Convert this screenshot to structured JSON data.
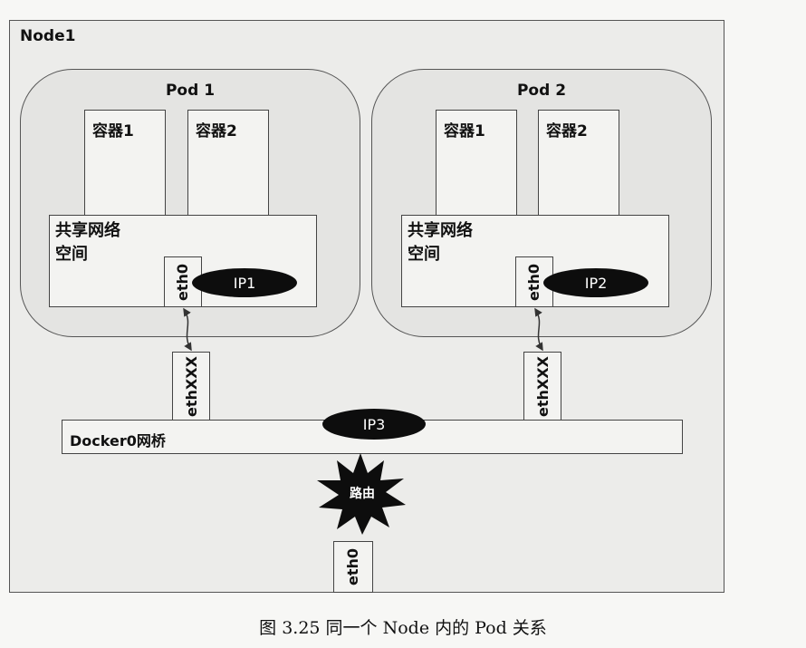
{
  "node": {
    "label": "Node1"
  },
  "pods": [
    {
      "title": "Pod 1",
      "containers": [
        "容器1",
        "容器2"
      ],
      "netns_label": "共享网络\n空间",
      "eth": "eth0",
      "ip": "IP1",
      "veth": "ethXXX"
    },
    {
      "title": "Pod 2",
      "containers": [
        "容器1",
        "容器2"
      ],
      "netns_label": "共享网络\n空间",
      "eth": "eth0",
      "ip": "IP2",
      "veth": "ethXXX"
    }
  ],
  "bridge": {
    "label": "Docker0网桥",
    "ip": "IP3"
  },
  "router": {
    "label": "路由"
  },
  "host_eth": {
    "label": "eth0"
  },
  "caption": "图 3.25   同一个 Node 内的 Pod 关系",
  "colors": {
    "ellipse": "#0d0d0d",
    "background": "#f7f7f5",
    "border": "#444444"
  }
}
